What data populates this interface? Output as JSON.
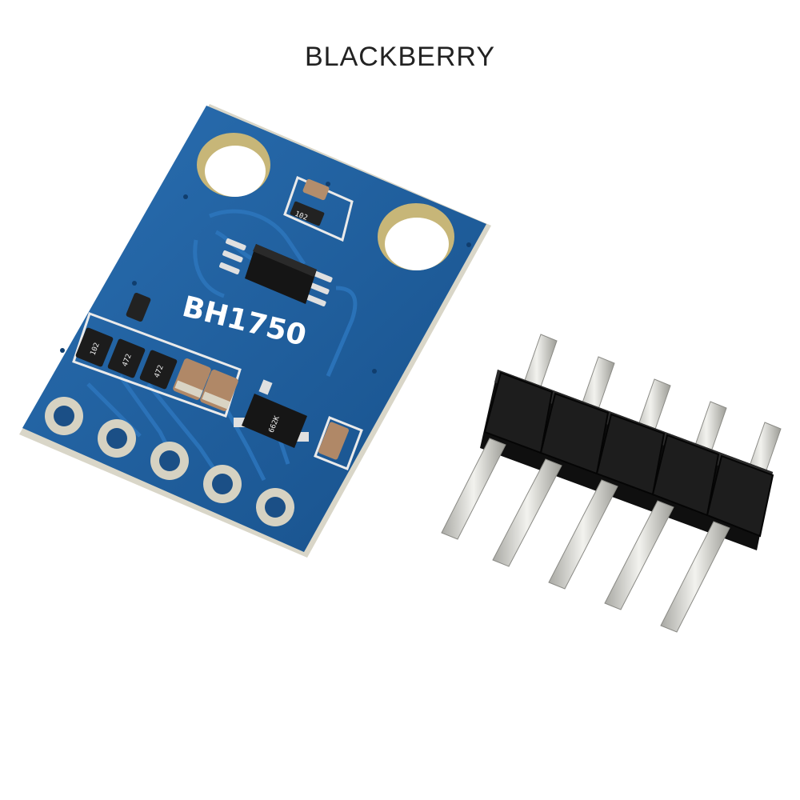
{
  "caption": "BLACKBERRY",
  "board": {
    "chip_label": "BH1750",
    "component_markings": [
      "102",
      "102",
      "472",
      "472",
      "662K"
    ]
  },
  "colors": {
    "pcb": "#1f5f9e",
    "pcb_edge": "#e8e6dc",
    "pad": "#d6d2c2",
    "header_plastic": "#1a1a1a",
    "pin_metal": "#d9d9d4"
  }
}
